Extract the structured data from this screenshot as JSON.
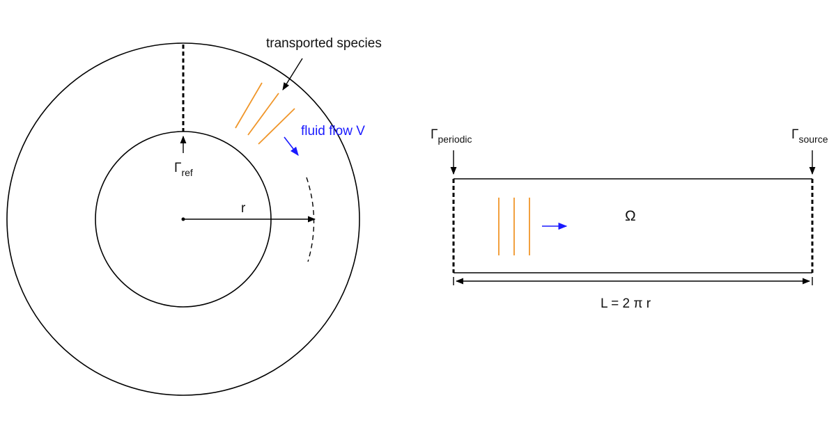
{
  "labels": {
    "transported_species": "transported species",
    "fluid_flow": "fluid flow V",
    "gamma_symbol": "Γ",
    "gamma_ref_sub": "ref",
    "gamma_periodic_sub": "periodic",
    "gamma_source_sub": "source",
    "radius": "r",
    "omega": "Ω",
    "length_formula": "L = 2 π r"
  },
  "colors": {
    "stroke": "#000000",
    "species": "#f0962a",
    "flow": "#1a1aff"
  }
}
